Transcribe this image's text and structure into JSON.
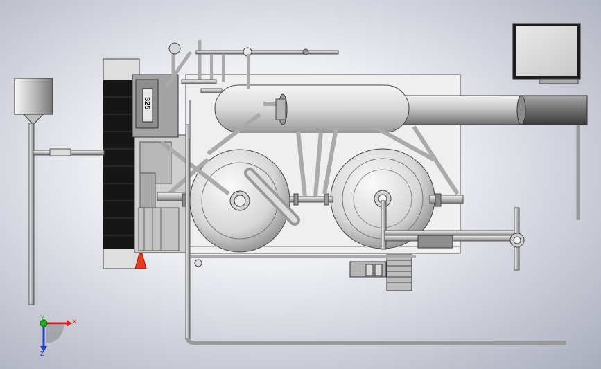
{
  "viewport": {
    "unit_label": "325",
    "axes": {
      "x": "X",
      "y": "Y",
      "z": "Z"
    }
  },
  "colors": {
    "axis_x": "#e02020",
    "axis_y": "#20b020",
    "axis_z": "#2040d0",
    "metal": "#d8d8d8",
    "cone": "#e83a1c"
  }
}
